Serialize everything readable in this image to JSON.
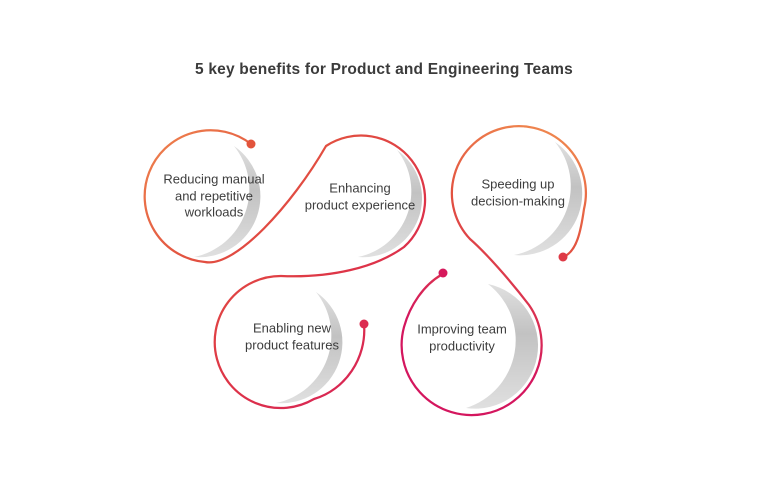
{
  "title": "5 key benefits for Product and Engineering Teams",
  "benefits": [
    {
      "label": "Reducing manual and repetitive workloads",
      "lines": [
        "Reducing manual",
        "and repetitive",
        "workloads"
      ]
    },
    {
      "label": "Enhancing product experience",
      "lines": [
        "Enhancing",
        "product experience"
      ]
    },
    {
      "label": "Speeding up decision-making",
      "lines": [
        "Speeding up",
        "decision-making"
      ]
    },
    {
      "label": "Enabling new product features",
      "lines": [
        "Enabling new",
        "product features"
      ]
    },
    {
      "label": "Improving team productivity",
      "lines": [
        "Improving team",
        "productivity"
      ]
    }
  ],
  "colors": {
    "background": "#ffffff",
    "title_text": "#3b3b3b",
    "label_text": "#3d3d3d",
    "orange": "#F0894F",
    "red_orange": "#E25240",
    "red": "#DE3547",
    "crimson": "#D6205A",
    "crimson_deep": "#D4165E",
    "dot_c1": "#E2543C",
    "dot_c3": "#DE3A46",
    "dot_c4": "#DC2B50",
    "dot_c5": "#D6195C",
    "gray_arc": "#c2c2c2",
    "gray_arc_light": "#e0e0e0"
  }
}
